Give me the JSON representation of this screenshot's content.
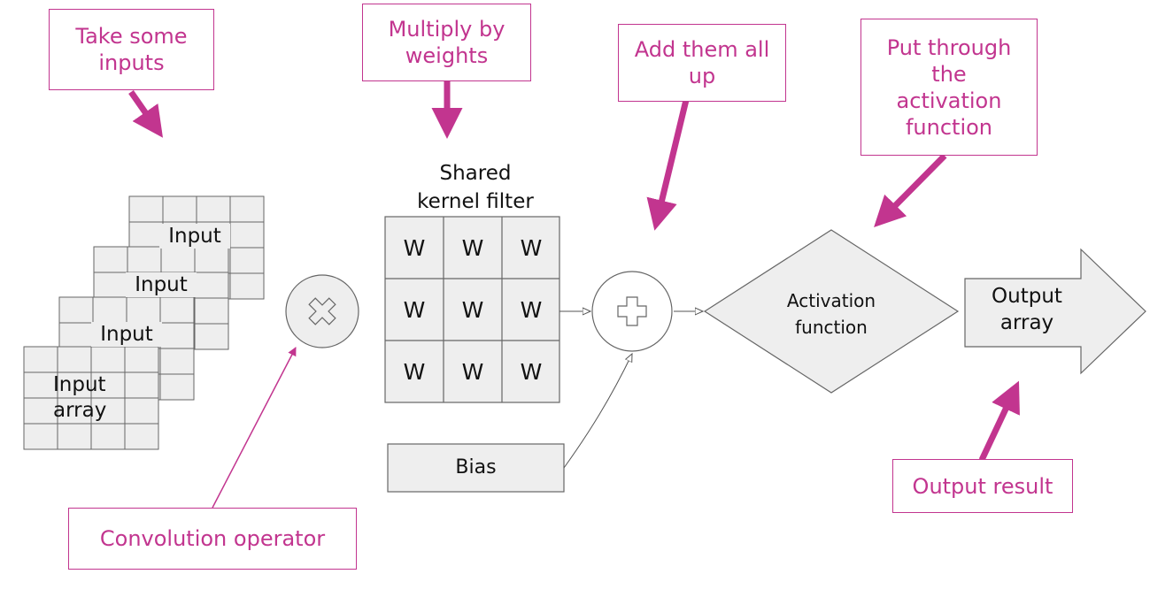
{
  "colors": {
    "accent": "#c2358f",
    "cell_fill": "#eeeeee",
    "stroke": "#555555"
  },
  "callouts": {
    "take_inputs": "Take some\ninputs",
    "multiply": "Multiply by\nweights",
    "add": "Add them all\nup",
    "activation": "Put through\nthe\nactivation\nfunction",
    "convolution": "Convolution operator",
    "output": "Output result"
  },
  "input_stack": {
    "layers": [
      "Input",
      "Input",
      "Input",
      "Input\narray"
    ]
  },
  "kernel": {
    "title": "Shared\nkernel filter",
    "cells": [
      "W",
      "W",
      "W",
      "W",
      "W",
      "W",
      "W",
      "W",
      "W"
    ]
  },
  "bias": {
    "label": "Bias"
  },
  "activation": {
    "label": "Activation\nfunction"
  },
  "output": {
    "label": "Output\narray"
  },
  "icons": {
    "operator": "multiply-icon",
    "sum": "plus-icon"
  }
}
